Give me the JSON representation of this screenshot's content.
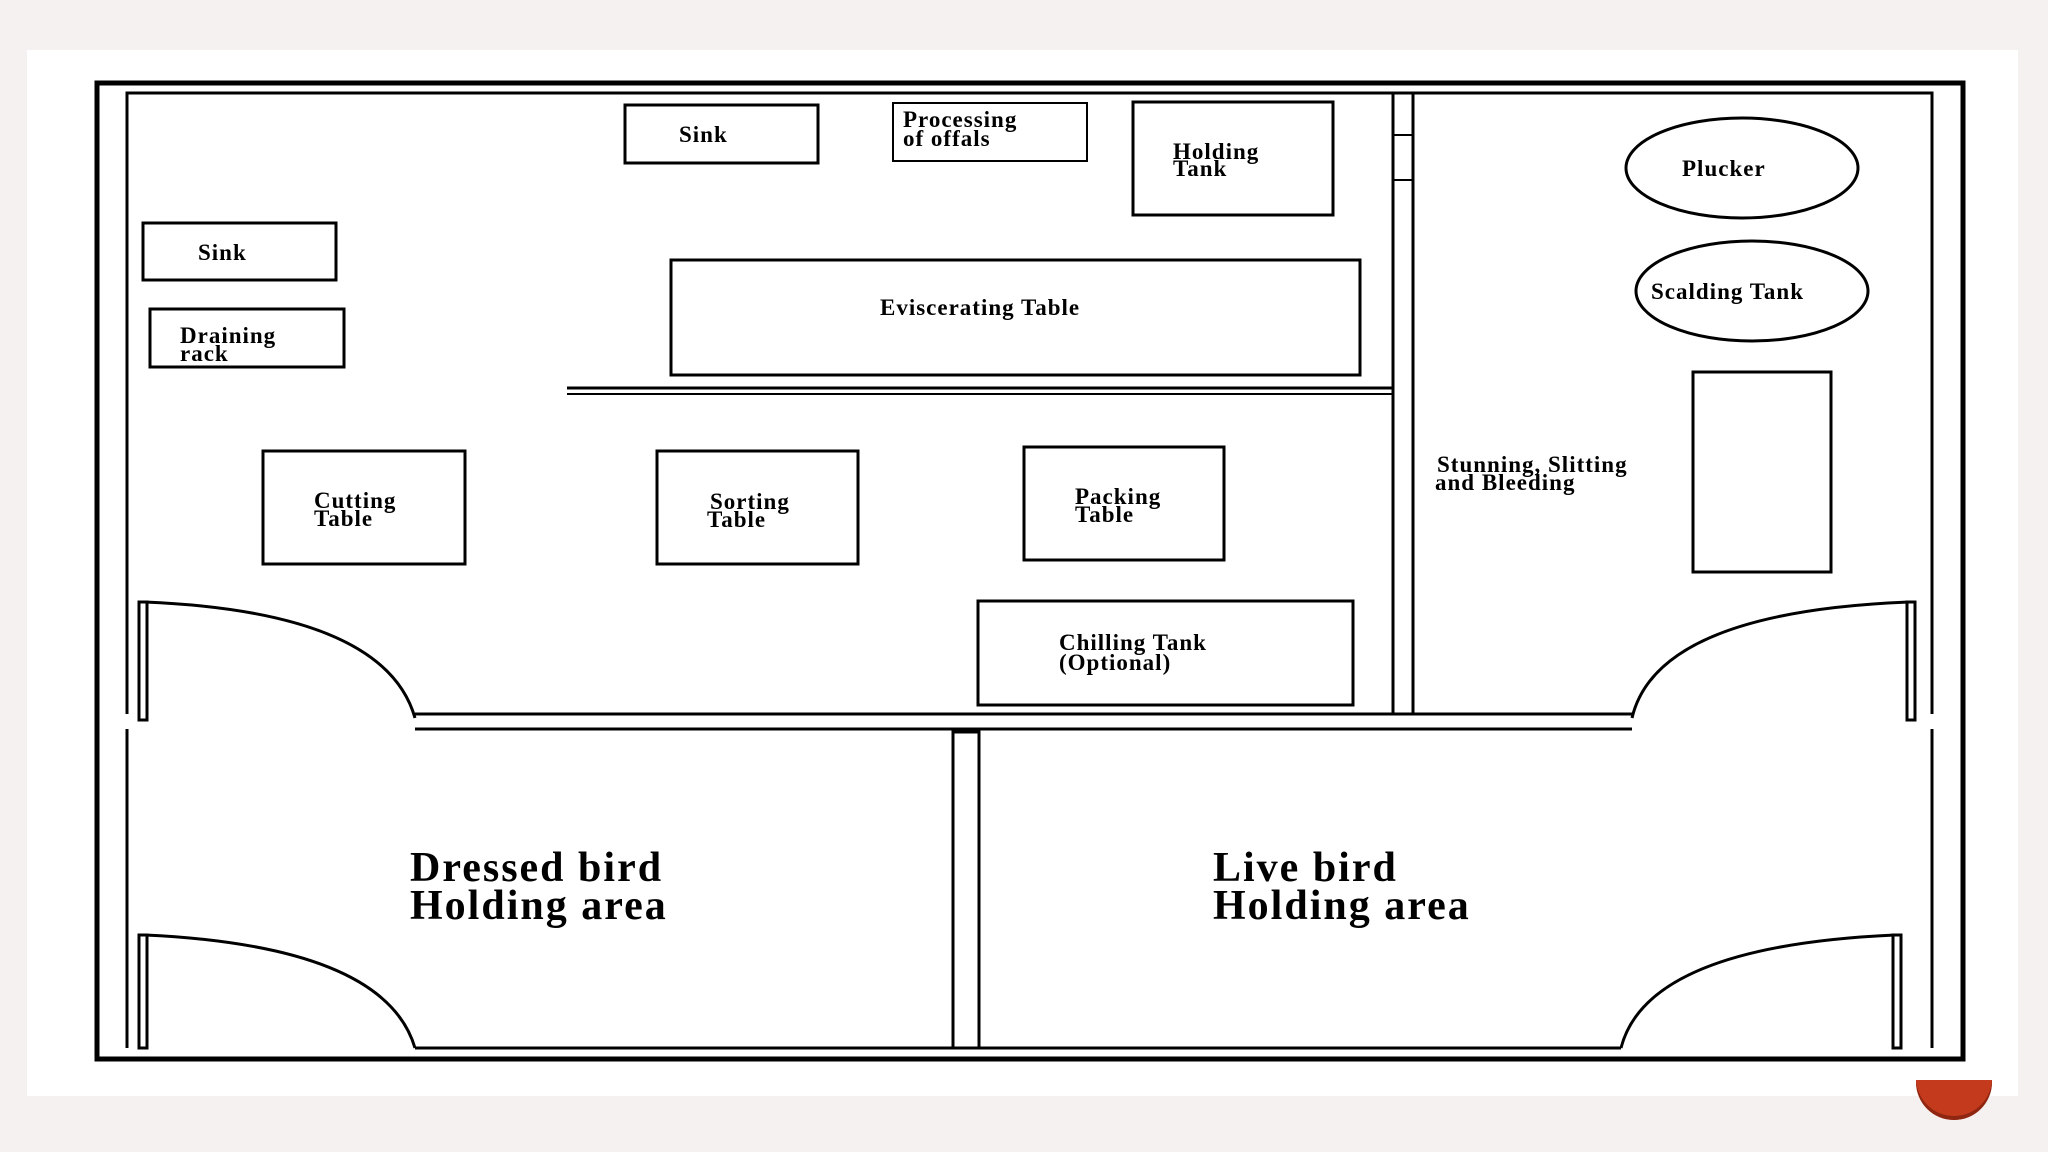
{
  "plan": {
    "rooms": {
      "dressed_bird": {
        "line1": "Dressed bird",
        "line2": "Holding area"
      },
      "live_bird": {
        "line1": "Live bird",
        "line2": "Holding area"
      }
    },
    "fixtures": {
      "sink_top": "Sink",
      "processing_offals": {
        "line1": "Processing",
        "line2": "of offals"
      },
      "holding_tank": {
        "line1": "Holding",
        "line2": "Tank"
      },
      "sink_left": "Sink",
      "draining_rack": {
        "line1": "Draining",
        "line2": "rack"
      },
      "eviscerating_table": "Eviscerating Table",
      "cutting_table": {
        "line1": "Cutting",
        "line2": "Table"
      },
      "sorting_table": {
        "line1": "Sorting",
        "line2": "Table"
      },
      "packing_table": {
        "line1": "Packing",
        "line2": "Table"
      },
      "chilling_tank": {
        "line1": "Chilling Tank",
        "line2": "(Optional)"
      },
      "plucker": "Plucker",
      "scalding_tank": "Scalding Tank",
      "stunning_area": {
        "line1": "Stunning, Slitting",
        "line2": "and Bleeding"
      }
    }
  },
  "colors": {
    "slide_background": "#f6f1f1",
    "accent_badge": "#c43a1c"
  }
}
